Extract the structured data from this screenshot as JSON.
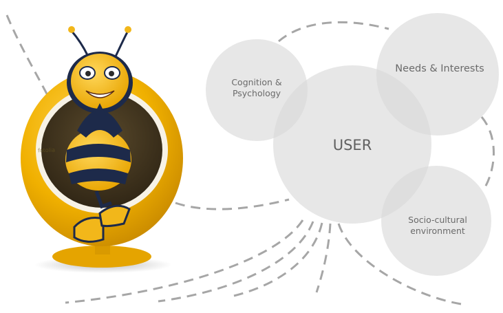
{
  "diagram": {
    "center_label": "USER",
    "nodes": [
      {
        "id": "cognition",
        "label_lines": [
          "Cognition &",
          "Psychology"
        ]
      },
      {
        "id": "needs",
        "label_lines": [
          "Needs & Interests"
        ]
      },
      {
        "id": "socio",
        "label_lines": [
          "Socio-cultural",
          "environment"
        ]
      }
    ],
    "colors": {
      "circle_fill": "#d8d8d8",
      "circle_opacity": "0.62",
      "dash_stroke": "#a6a6a6",
      "label_text": "#6a6a6a"
    }
  },
  "illustration": {
    "subject": "cartoon bee seated in a yellow egg chair",
    "watermark": "fotolia",
    "colors": {
      "bee_yellow": "#f2b71a",
      "bee_dark": "#1d2a4a",
      "chair_yellow": "#f0b000"
    }
  }
}
